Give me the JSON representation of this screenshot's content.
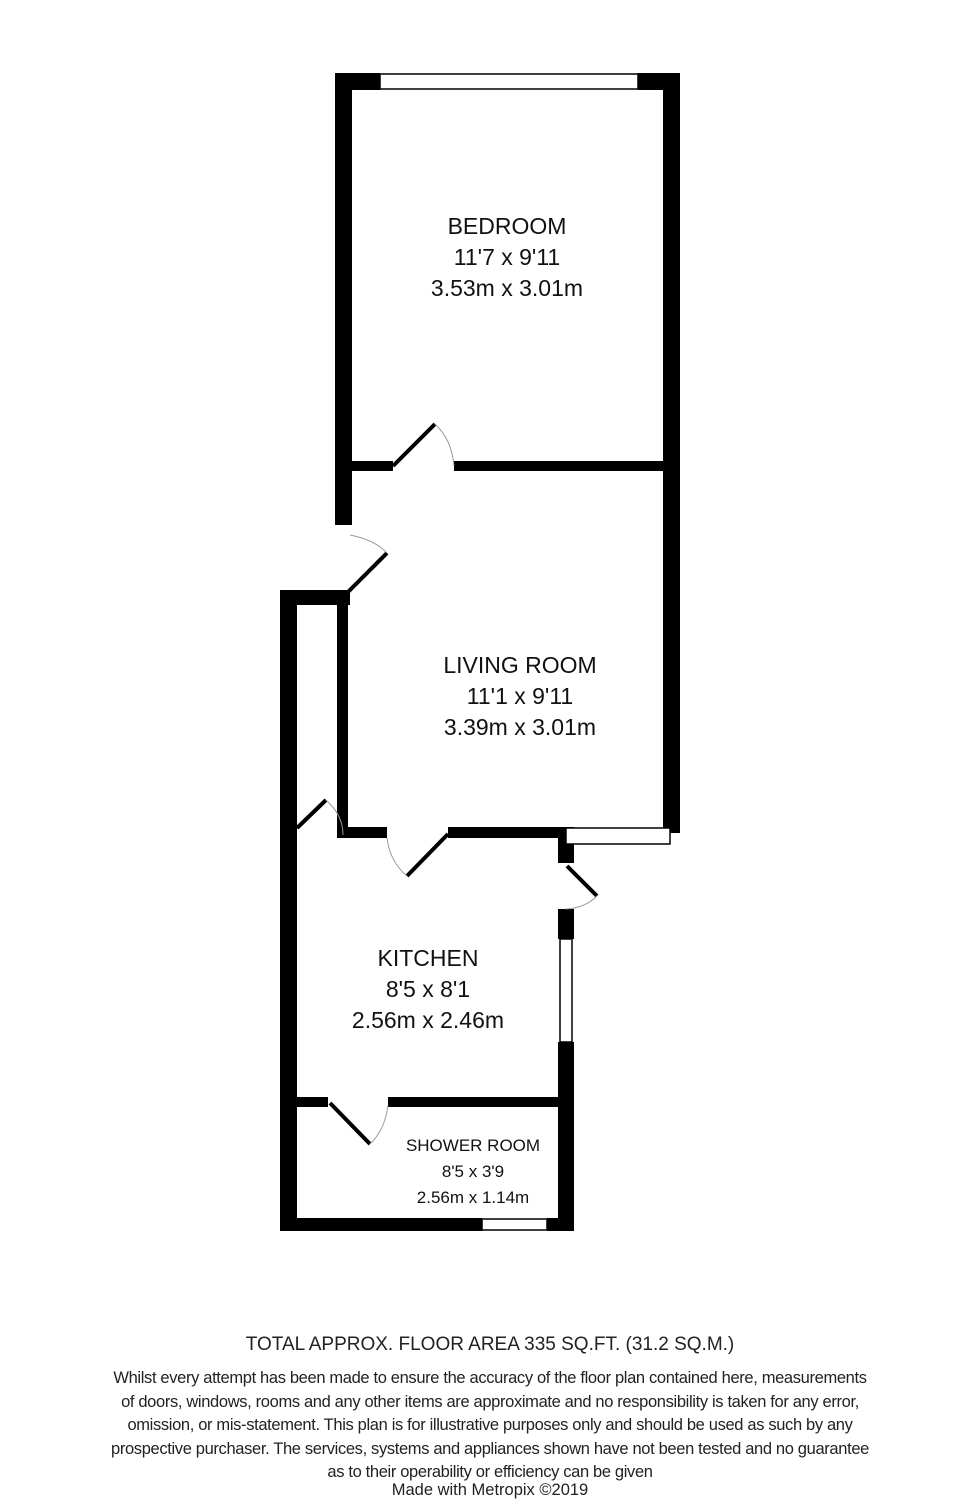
{
  "rooms": [
    {
      "name": "BEDROOM",
      "imperial": "11'7 x 9'11",
      "metric": "3.53m x 3.01m"
    },
    {
      "name": "LIVING ROOM",
      "imperial": "11'1 x 9'11",
      "metric": "3.39m x 3.01m"
    },
    {
      "name": "KITCHEN",
      "imperial": "8'5 x 8'1",
      "metric": "2.56m x 2.46m"
    },
    {
      "name": "SHOWER ROOM",
      "imperial": "8'5 x 3'9",
      "metric": "2.56m x 1.14m"
    }
  ],
  "footer": {
    "total_area": "TOTAL APPROX. FLOOR AREA 335 SQ.FT. (31.2 SQ.M.)",
    "disclaimer_lines": [
      "Whilst every attempt has been made to ensure the accuracy of the floor plan contained here, measurements",
      "of doors, windows, rooms and any other items are approximate and no responsibility is taken for any error,",
      "omission, or mis-statement. This plan is for illustrative purposes only and should be used as such by any",
      "prospective purchaser. The services, systems and appliances shown have not been tested and no guarantee",
      "as to their operability or efficiency can be given"
    ],
    "credit": "Made with Metropix ©2019"
  },
  "colors": {
    "wall": "#000000",
    "background": "#ffffff",
    "door_arc": "#999999"
  }
}
